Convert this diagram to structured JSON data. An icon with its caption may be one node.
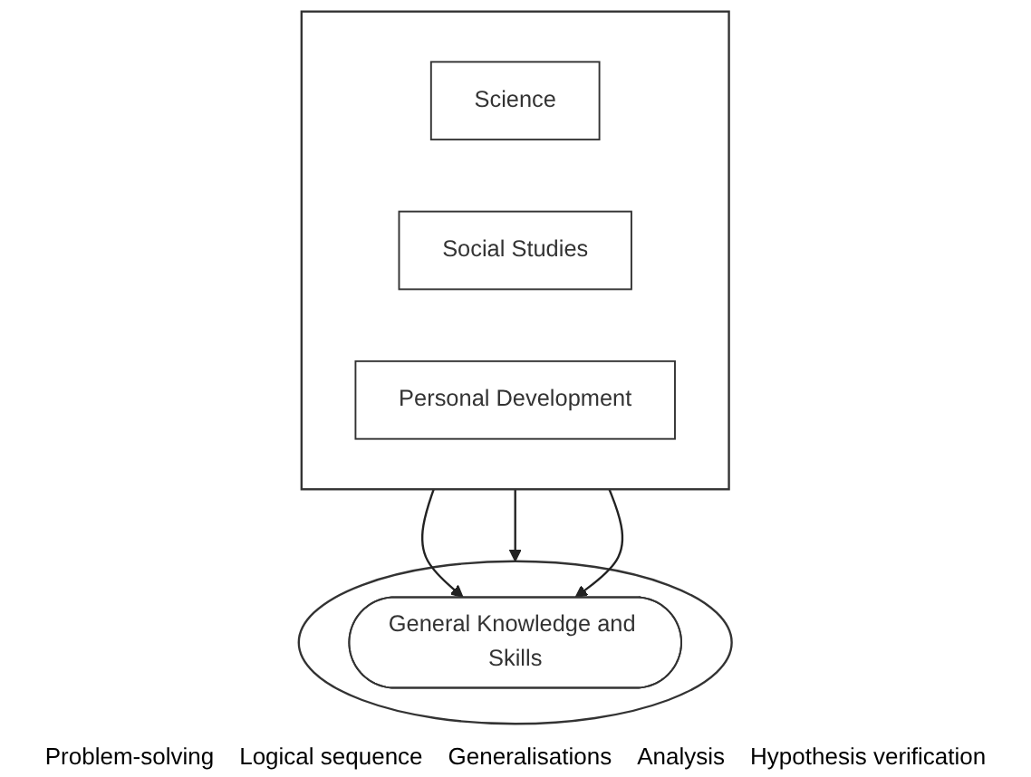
{
  "diagram": {
    "nodes": [
      {
        "text": [],
        "shape": "box"
      },
      {
        "text": [
          "Science"
        ],
        "in": 0
      },
      {
        "text": [
          "Social Studies"
        ],
        "in": 0
      },
      {
        "text": [
          "Personal Development"
        ],
        "in": 0
      },
      {
        "text": [],
        "shape": "circle"
      },
      {
        "text": [
          "General Knowledge and Skills"
        ],
        "in": 4
      }
    ],
    "edges": [
      {
        "from": 0,
        "to": 5,
        "arrow": "to"
      },
      {
        "from": 0,
        "to": 4,
        "arrow": "to"
      },
      {
        "from": 0,
        "to": 5,
        "arrow": "to"
      }
    ],
    "labels": [
      "Problem-solving",
      "Logical sequence",
      "Generalisations",
      "Analysis",
      "Hypothesis verification"
    ]
  }
}
